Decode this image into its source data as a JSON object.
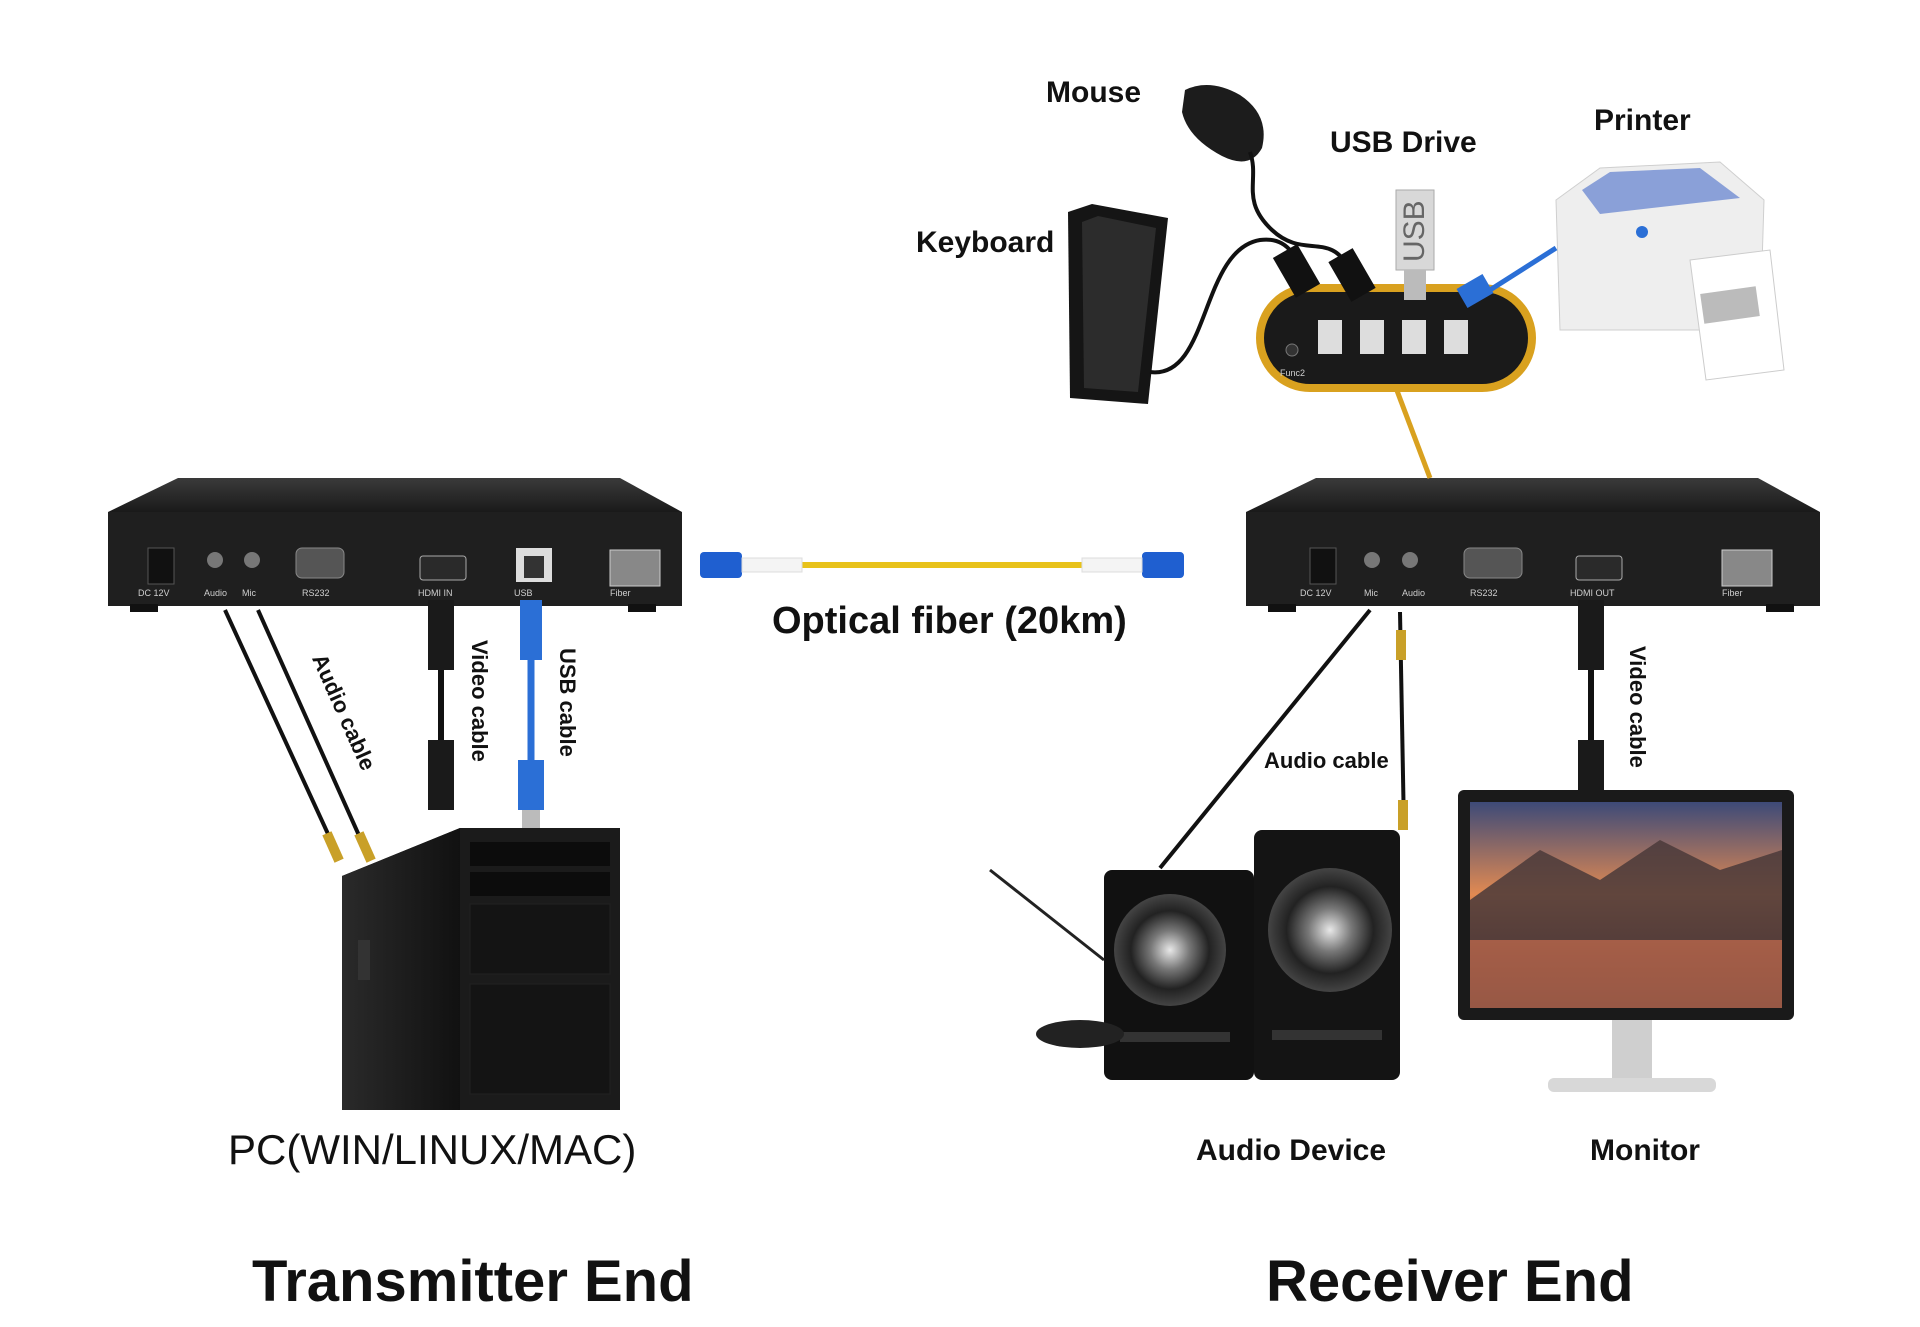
{
  "labels": {
    "mouse": "Mouse",
    "usb_drive": "USB Drive",
    "printer": "Printer",
    "keyboard": "Keyboard",
    "optical_fiber": "Optical fiber (20km)",
    "audio_cable_tx": "Audio cable",
    "video_cable_tx": "Video cable",
    "usb_cable_tx": "USB cable",
    "audio_cable_rx": "Audio cable",
    "video_cable_rx": "Video cable",
    "pc": "PC(WIN/LINUX/MAC)",
    "audio_device": "Audio Device",
    "monitor": "Monitor",
    "transmitter_end": "Transmitter End",
    "receiver_end": "Receiver End",
    "usb_stick": "USB"
  },
  "transmitter_ports": [
    "DC 12V",
    "Audio",
    "Mic",
    "RS232",
    "HDMI IN",
    "USB",
    "Fiber"
  ],
  "receiver_ports": [
    "DC 12V",
    "Mic",
    "Audio",
    "RS232",
    "HDMI OUT",
    "Fiber"
  ],
  "hub_ports": [
    "Func2"
  ],
  "colors": {
    "device_body": "#1f1f1f",
    "fiber_cable": "#e8c21a",
    "hub_ring": "#d9a11f",
    "usb_cable": "#2b6fd6",
    "connector_blue": "#1f5fd0"
  }
}
